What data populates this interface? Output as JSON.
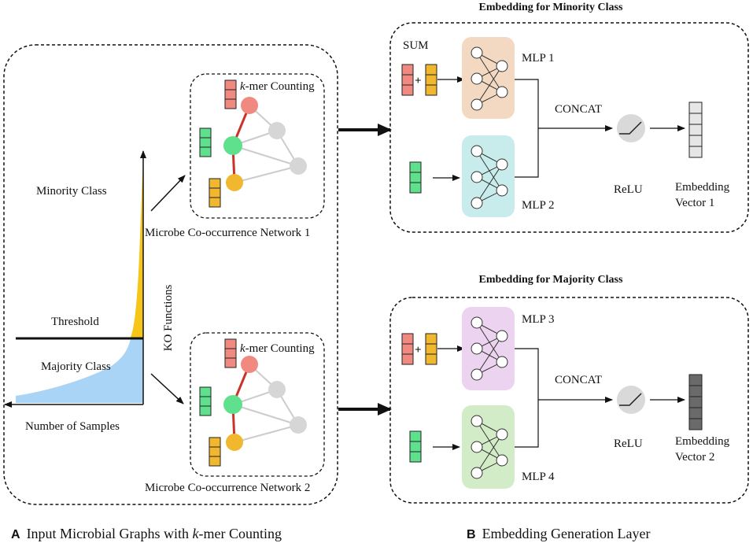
{
  "panel_a": {
    "letter": "A",
    "caption_prefix": "Input Microbial Graphs with ",
    "caption_italic": "k",
    "caption_suffix": "-mer Counting",
    "minority_label": "Minority Class",
    "threshold_label": "Threshold",
    "majority_label": "Majority  Class",
    "x_axis_label": "Number of Samples",
    "y_axis_label": "KO Functions",
    "network1": {
      "kmer_italic": "k",
      "kmer_suffix": "-mer Counting",
      "label": "Microbe Co-occurrence Network 1"
    },
    "network2": {
      "kmer_italic": "k",
      "kmer_suffix": "-mer Counting",
      "label": "Microbe Co-occurrence Network 2"
    }
  },
  "panel_b": {
    "letter": "B",
    "caption": "Embedding Generation Layer",
    "minority": {
      "title": "Embedding for Minority Class",
      "sum_label": "SUM",
      "plus": "+",
      "mlp_top": "MLP 1",
      "mlp_bottom": "MLP 2",
      "concat": "CONCAT",
      "relu": "ReLU",
      "vector_line1": "Embedding",
      "vector_line2": "Vector 1"
    },
    "majority": {
      "title": "Embedding for Majority Class",
      "plus": "+",
      "mlp_top": "MLP 3",
      "mlp_bottom": "MLP 4",
      "concat": "CONCAT",
      "relu": "ReLU",
      "vector_line1": "Embedding",
      "vector_line2": "Vector 2"
    }
  },
  "colors": {
    "kmer_red": "#f08a80",
    "kmer_yellow": "#f0b72f",
    "kmer_green": "#5ee08c",
    "node_grey": "#d6d6d6",
    "edge_red": "#c8332a",
    "edge_grey": "#cccccc",
    "curve_yellow": "#f5c518",
    "curve_blue": "#a9d4f5",
    "mlp1_bg": "#f3d9c2",
    "mlp2_bg": "#c8ecec",
    "mlp3_bg": "#ecd3ef",
    "mlp4_bg": "#d3ecc8"
  }
}
